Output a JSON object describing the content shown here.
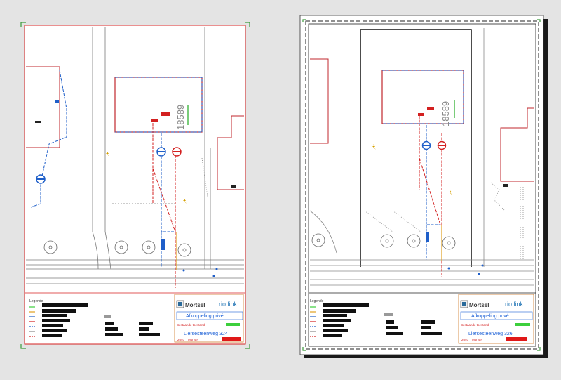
{
  "legend": {
    "title": "Legende",
    "items": [
      "",
      "",
      "",
      "",
      "",
      "",
      "",
      ""
    ]
  },
  "sheets": [
    {
      "id": "left",
      "parcel_number": "18589",
      "title_block": {
        "logo_text": "Mortsel",
        "brand": "rio link",
        "project": "Afkoppeling privé",
        "status_label": "Bestaande toestand",
        "address": "Liersesteenweg 324",
        "postcode": "2640",
        "city": "Mortsel"
      }
    },
    {
      "id": "right",
      "parcel_number": "18589",
      "title_block": {
        "logo_text": "Mortsel",
        "brand": "rio link",
        "project": "Afkoppeling privé",
        "status_label": "Bestaande toestand",
        "address": "Liersesteenweg 326",
        "postcode": "2640",
        "city": "Mortsel"
      }
    }
  ],
  "colors": {
    "background": "#e4e4e4",
    "sheet_border_left": "#d62020",
    "sheet_border_right": "#222222",
    "building": "#c0272d",
    "sewer_blue": "#1f5fc9",
    "sewer_red": "#d32020",
    "project_blue": "#1a5fd6",
    "status_green": "#3ccf3c",
    "status_red": "#e01818",
    "corner_marks": "#3a9a3a"
  },
  "icons": [
    "tree-icon",
    "manhole-icon",
    "lightning-icon"
  ]
}
